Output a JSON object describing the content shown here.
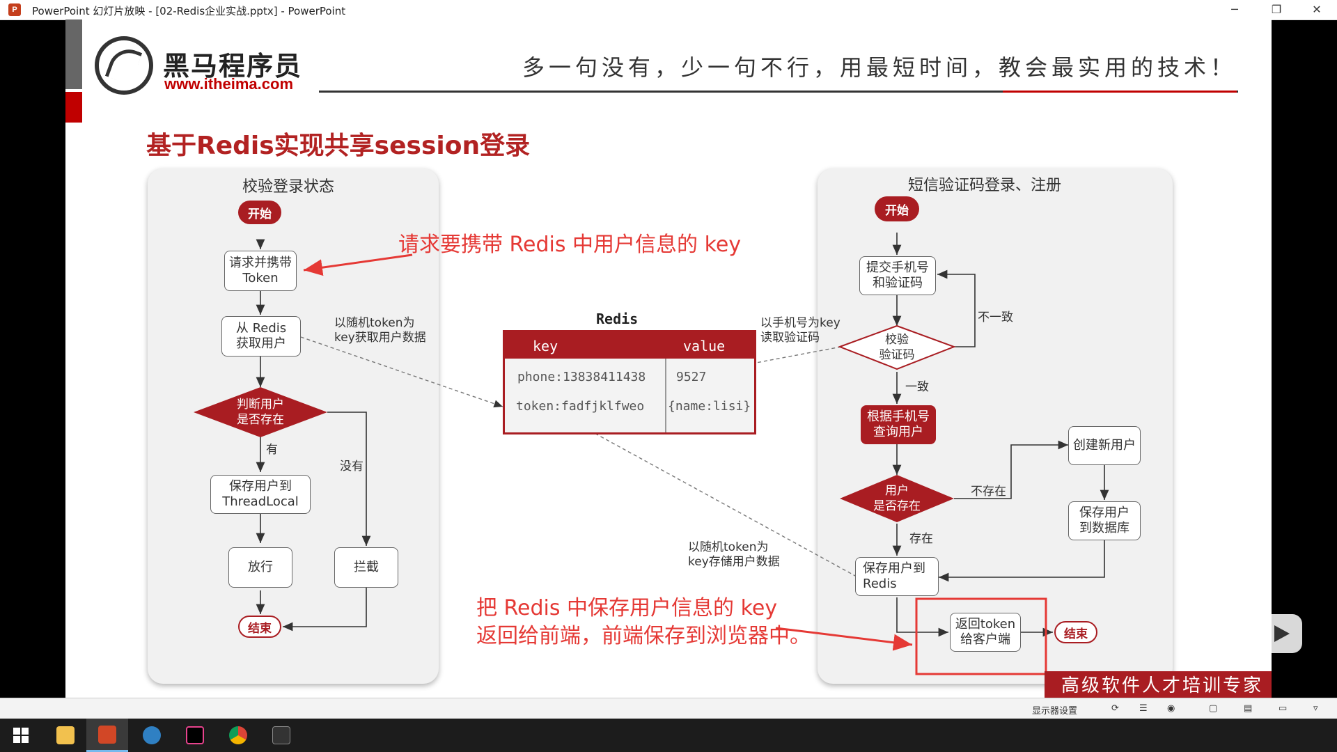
{
  "window": {
    "title": "PowerPoint 幻灯片放映 - [02-Redis企业实战.pptx] - PowerPoint",
    "app_icon": "powerpoint-icon",
    "controls": {
      "minimize": "─",
      "restore": "❐",
      "close": "✕"
    }
  },
  "slide": {
    "logo_cn": "黑马程序员",
    "logo_url": "www.itheima.com",
    "motto": "多一句没有，少一句不行，用最短时间，教会最实用的技术！",
    "title": "基于Redis实现共享session登录",
    "slogan": "高级软件人才培训专家",
    "left_panel": {
      "title": "校验登录状态",
      "start": "开始",
      "request": "请求并携带\nToken",
      "get_user": "从 Redis\n获取用户",
      "decision": "判断用户\n是否存在",
      "yes_label": "有",
      "no_label": "没有",
      "save_threadlocal": "保存用户到\nThreadLocal",
      "allow": "放行",
      "block": "拦截",
      "end": "结束"
    },
    "right_panel": {
      "title": "短信验证码登录、注册",
      "start": "开始",
      "submit": "提交手机号\n和验证码",
      "verify": "校验\n验证码",
      "mismatch_label": "不一致",
      "match_label": "一致",
      "query_user": "根据手机号\n查询用户",
      "user_exists": "用户\n是否存在",
      "not_exist_label": "不存在",
      "exist_label": "存在",
      "create_user": "创建新用户",
      "save_db": "保存用户\n到数据库",
      "save_redis": "保存用户到\nRedis",
      "return_token": "返回token\n给客户端",
      "end": "结束"
    },
    "redis": {
      "title": "Redis",
      "headers": [
        "key",
        "value"
      ],
      "rows": [
        [
          "phone:13838411438",
          "9527"
        ],
        [
          "token:fadfjklfweo",
          "{name:lisi}"
        ]
      ]
    },
    "edge_labels": {
      "random_token_get": "以随机token为\nkey获取用户数据",
      "phone_key": "以手机号为key\n读取验证码",
      "random_token_store": "以随机token为\nkey存储用户数据"
    },
    "annotations": {
      "top": "请求要携带 Redis 中用户信息的 key",
      "bottom": "把 Redis 中保存用户信息的 key\n返回给前端，前端保存到浏览器中。"
    }
  },
  "status_bar": {
    "display_settings": "显示器设置",
    "icons": [
      "notes-icon",
      "comments-icon",
      "normal-view-icon",
      "slide-sorter-icon",
      "reading-view-icon",
      "slideshow-icon"
    ]
  },
  "taskbar": {
    "apps": [
      "windows-start-icon",
      "file-explorer-icon",
      "powerpoint-icon",
      "another-redis-desktop-icon",
      "intellij-idea-icon",
      "chrome-icon",
      "terminal-icon"
    ]
  },
  "colors": {
    "accent_red": "#a91d22",
    "annotation_red": "#e53935",
    "panel_bg": "#f1f1f1"
  }
}
